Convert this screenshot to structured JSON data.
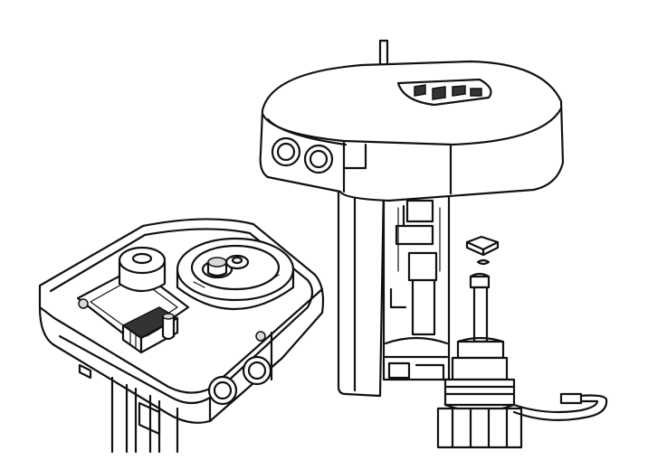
{
  "illustration": {
    "kind": "line-art exploded view",
    "components": [
      "actuator-housing-closed",
      "actuator-housing-open",
      "valve-stem-assembly",
      "cable-glands",
      "terminal-block",
      "gear-drive",
      "capillary-tube"
    ]
  },
  "colors": {
    "ink": "#111111",
    "paper": "#ffffff",
    "shade": "#d9d9d9",
    "dark": "#333333"
  }
}
